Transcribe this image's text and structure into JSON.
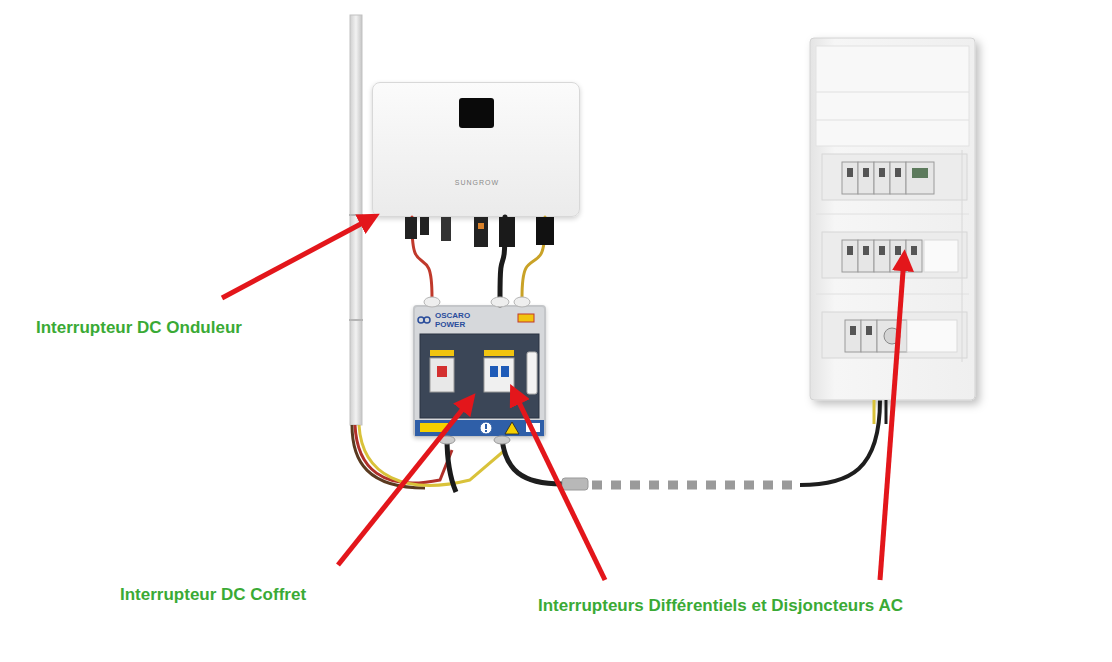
{
  "diagram": {
    "nodes": [
      {
        "text": [
          "SUNGROW"
        ]
      },
      {
        "text": [
          "OSCARO POWER"
        ]
      }
    ],
    "edges": [
      {
        "from": 0,
        "to": 1,
        "arrow": "none"
      },
      {
        "from": 0,
        "to": 1,
        "arrow": "none"
      },
      {
        "from": 0,
        "to": 1,
        "arrow": "none"
      }
    ],
    "labels": [
      "Interrupteur DC Onduleur",
      "Interrupteur DC Coffret",
      "Interrupteurs Différentiels et Disjoncteurs AC"
    ]
  }
}
